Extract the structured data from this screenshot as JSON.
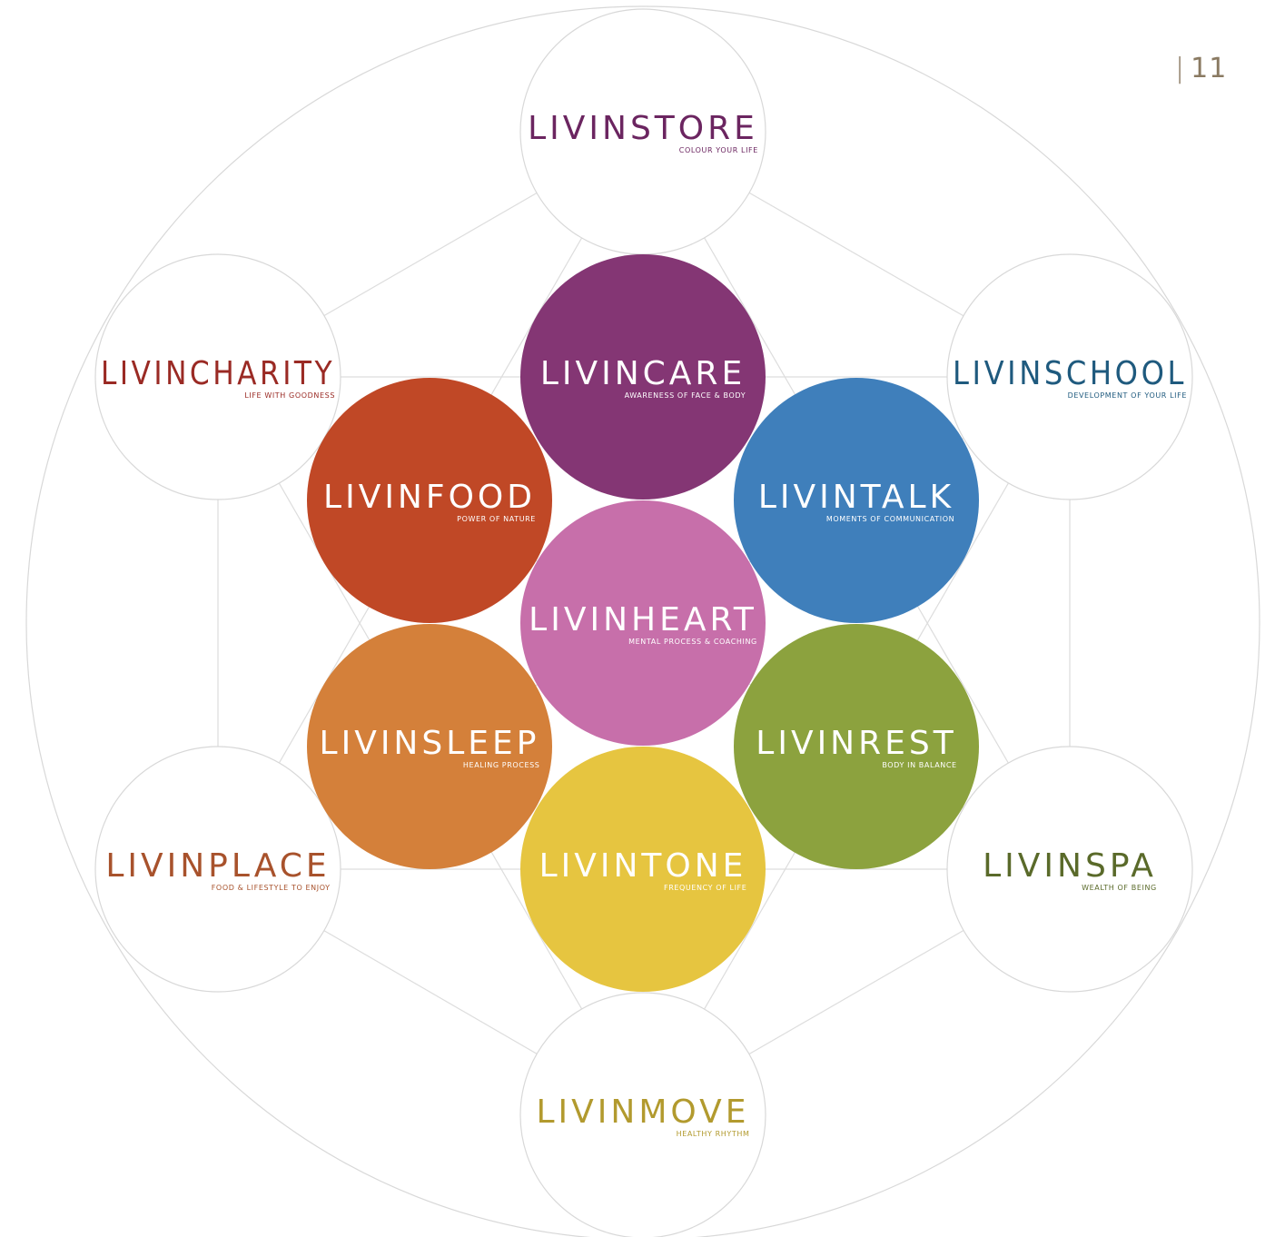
{
  "page_number": "11",
  "nodes": [
    {
      "id": "livinstore",
      "title": "LIVINSTORE",
      "tagline": "COLOUR YOUR LIFE",
      "filled": false,
      "text_color": "#6b2560"
    },
    {
      "id": "livincharity",
      "title": "LIVINCHARITY",
      "tagline": "LIFE WITH GOODNESS",
      "filled": false,
      "text_color": "#9a2a24"
    },
    {
      "id": "livinschool",
      "title": "LIVINSCHOOL",
      "tagline": "DEVELOPMENT OF YOUR LIFE",
      "filled": false,
      "text_color": "#1f5a7e"
    },
    {
      "id": "livinplace",
      "title": "LIVINPLACE",
      "tagline": "FOOD & LIFESTYLE TO ENJOY",
      "filled": false,
      "text_color": "#a8522c"
    },
    {
      "id": "livinspa",
      "title": "LIVINSPA",
      "tagline": "WEALTH OF BEING",
      "filled": false,
      "text_color": "#5a6a2a"
    },
    {
      "id": "livinmove",
      "title": "LIVINMOVE",
      "tagline": "HEALTHY RHYTHM",
      "filled": false,
      "text_color": "#b29a2e"
    },
    {
      "id": "livincare",
      "title": "LIVINCARE",
      "tagline": "AWARENESS OF FACE & BODY",
      "filled": true,
      "fill": "#843674",
      "text_color": "#ffffff"
    },
    {
      "id": "livinfood",
      "title": "LIVINFOOD",
      "tagline": "POWER OF NATURE",
      "filled": true,
      "fill": "#c04826",
      "text_color": "#ffffff"
    },
    {
      "id": "livintalk",
      "title": "LIVINTALK",
      "tagline": "MOMENTS OF COMMUNICATION",
      "filled": true,
      "fill": "#3f7fbb",
      "text_color": "#ffffff"
    },
    {
      "id": "livinheart",
      "title": "LIVINHEART",
      "tagline": "MENTAL PROCESS & COACHING",
      "filled": true,
      "fill": "#c76faa",
      "text_color": "#ffffff"
    },
    {
      "id": "livinsleep",
      "title": "LIVINSLEEP",
      "tagline": "HEALING PROCESS",
      "filled": true,
      "fill": "#d4803a",
      "text_color": "#ffffff"
    },
    {
      "id": "livinrest",
      "title": "LIVINREST",
      "tagline": "BODY IN BALANCE",
      "filled": true,
      "fill": "#8ca23e",
      "text_color": "#ffffff"
    },
    {
      "id": "livintone",
      "title": "LIVINTONE",
      "tagline": "FREQUENCY OF LIFE",
      "filled": true,
      "fill": "#e6c540",
      "text_color": "#ffffff"
    }
  ]
}
